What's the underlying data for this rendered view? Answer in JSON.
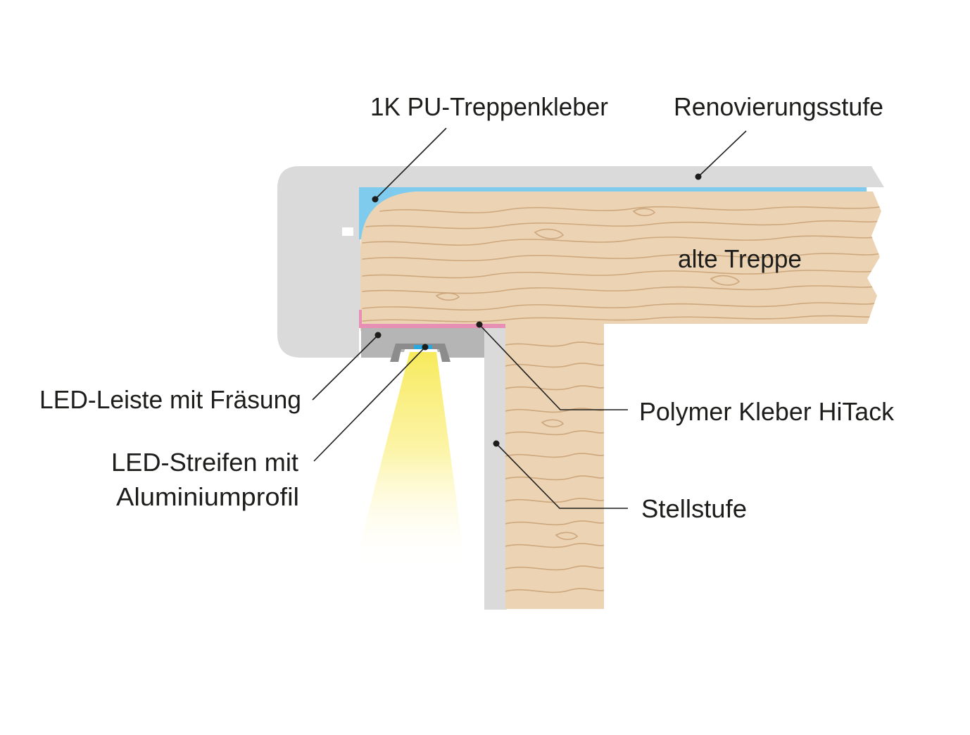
{
  "labels": {
    "pu_adhesive": "1K PU-Treppenkleber",
    "renovation_step": "Renovierungsstufe",
    "old_stair": "alte Treppe",
    "led_strip_milled": "LED-Leiste mit Fräsung",
    "led_stripe_line1": "LED-Streifen mit",
    "led_stripe_line2": "Aluminiumprofil",
    "polymer_adhesive": "Polymer Kleber HiTack",
    "riser": "Stellstufe"
  },
  "colors": {
    "renovation_step": "#dadada",
    "wood": "#ecd3b3",
    "wood_grain": "#c89f73",
    "pu_adhesive": "#7fcbee",
    "polymer_adhesive": "#e88fb5",
    "led_bar": "#b5b5b5",
    "led_light": "#fbf08a",
    "riser_cover": "#dadada"
  }
}
